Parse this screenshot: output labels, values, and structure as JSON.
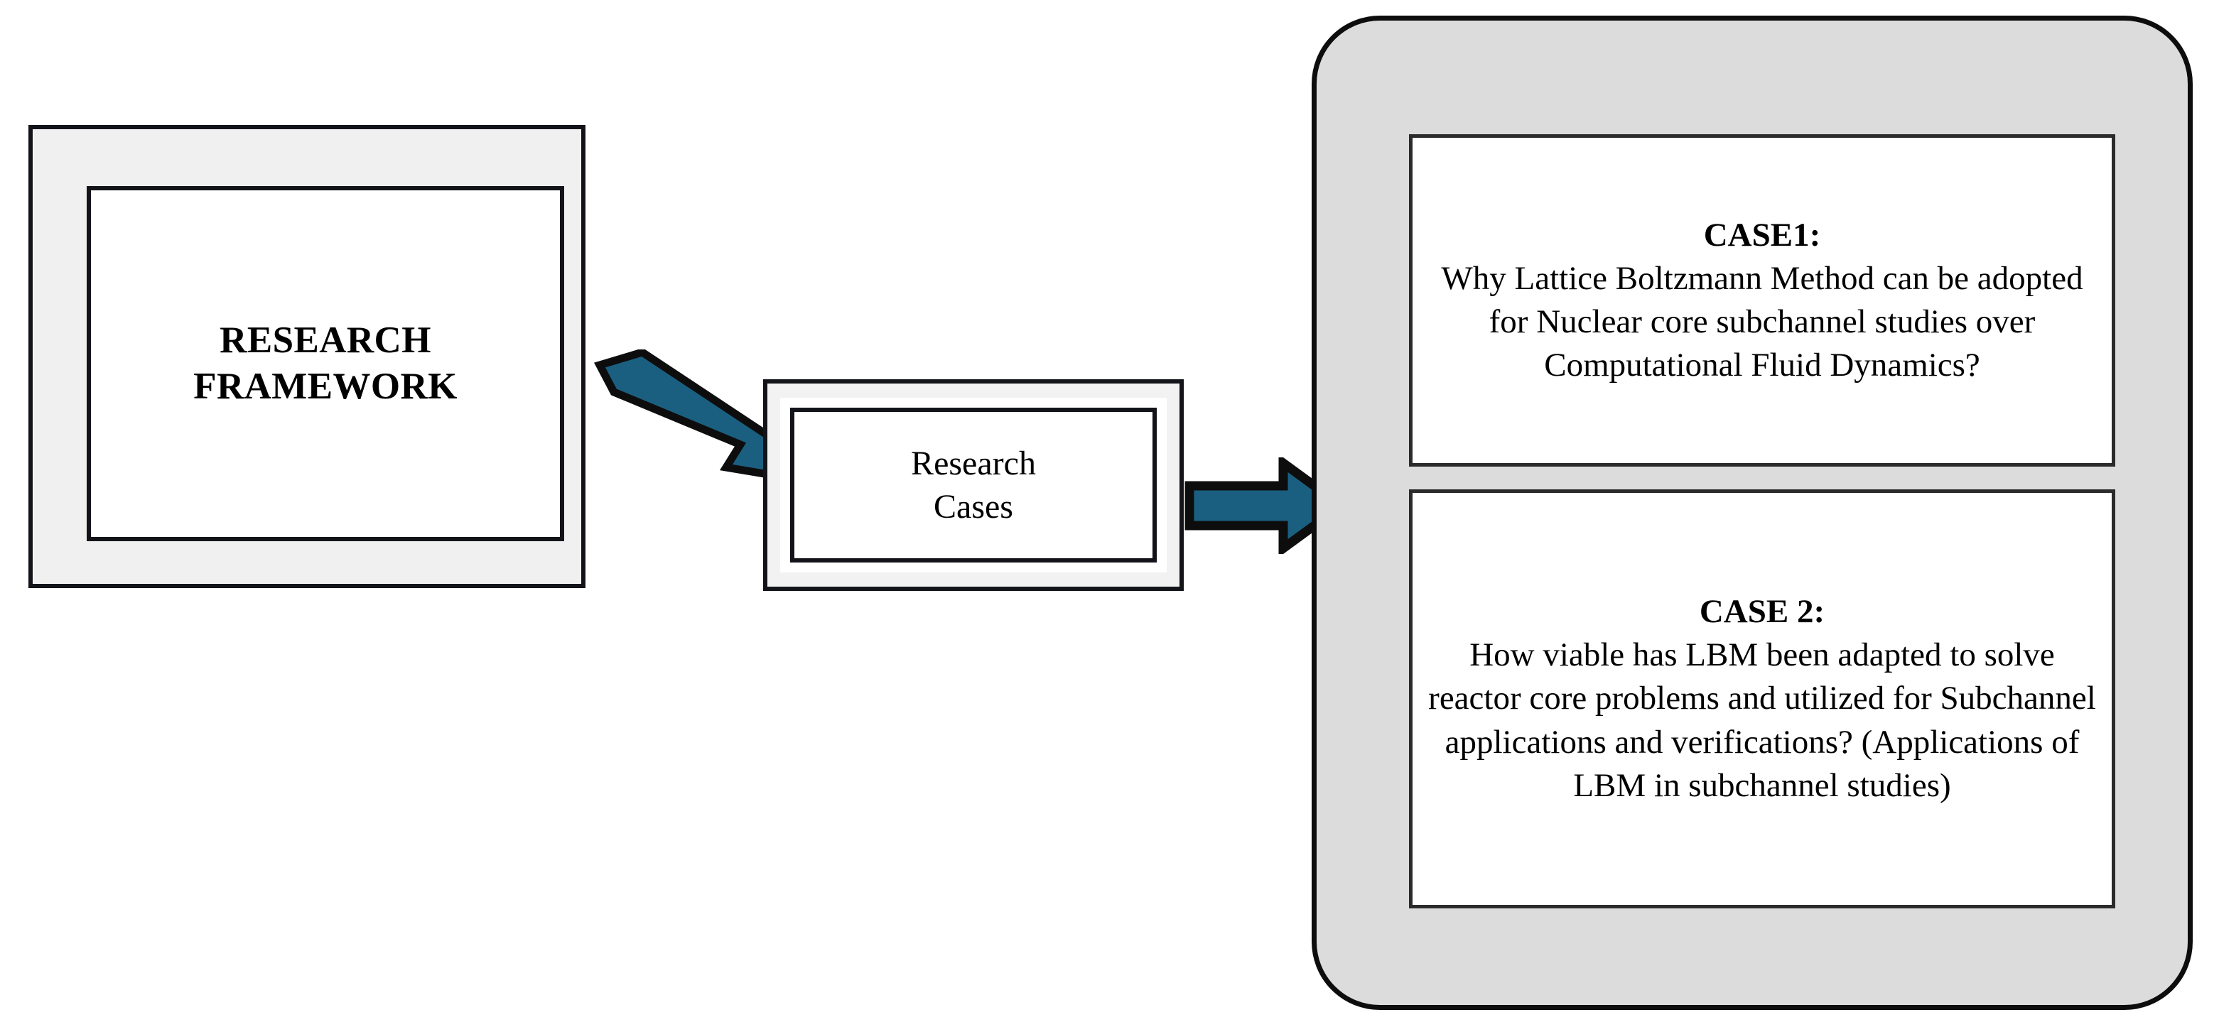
{
  "diagram": {
    "title": "Research Framework Diagram",
    "framework_box": {
      "label_line1": "RESEARCH",
      "label_line2": "FRAMEWORK",
      "label_full": "RESEARCH FRAMEWORK"
    },
    "research_cases_box": {
      "label_line1": "Research",
      "label_line2": "Cases",
      "label_full": "Research Cases"
    },
    "arrows": [
      {
        "name": "framework-to-cases-arrow",
        "direction": "down-right",
        "color": "#1b5f80"
      },
      {
        "name": "cases-to-panel-arrow",
        "direction": "right",
        "color": "#1b5f80"
      }
    ],
    "case_panel": {
      "cases": [
        {
          "title": "CASE1:",
          "body": "Why Lattice Boltzmann Method can be adopted for Nuclear core subchannel studies over Computational Fluid Dynamics?"
        },
        {
          "title": "CASE 2:",
          "body": "How viable has LBM been adapted to solve reactor core problems and utilized for Subchannel applications and verifications? (Applications of LBM in subchannel studies)"
        }
      ]
    },
    "colors": {
      "arrow_blue": "#1b5f80",
      "arrow_outline": "#0d0d0d",
      "panel_gray": "#dcdcdc",
      "box_gray": "#f0f0f0",
      "border_black": "#13131a",
      "text_black": "#000000"
    }
  }
}
